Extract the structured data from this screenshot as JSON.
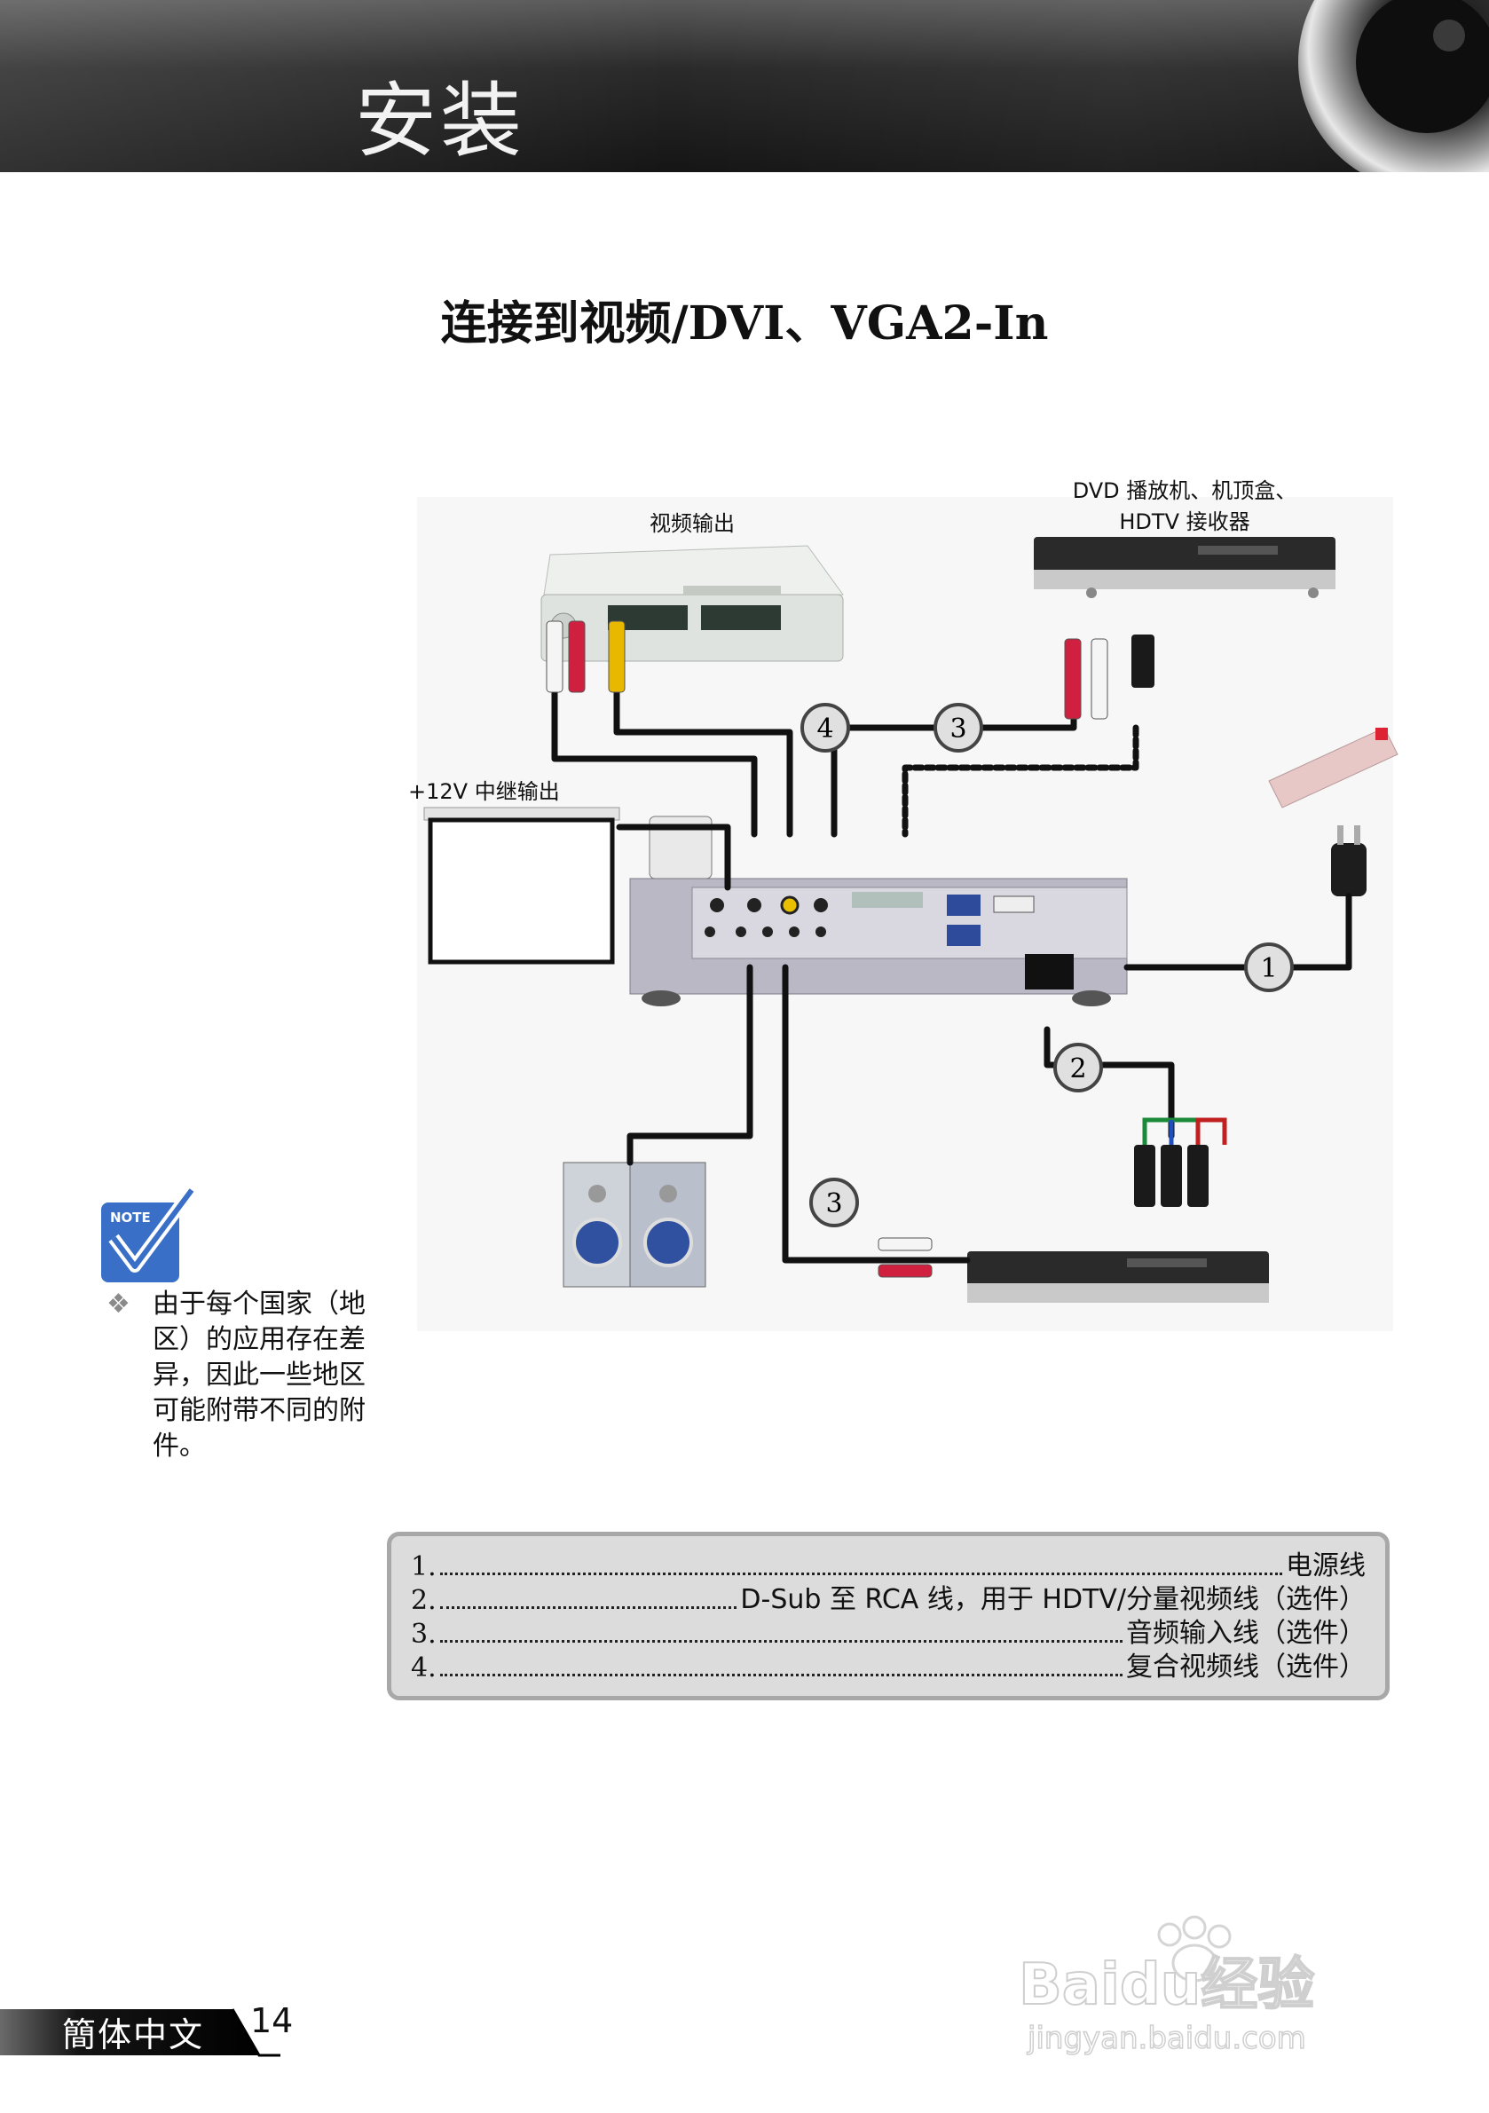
{
  "header": {
    "title": "安装"
  },
  "section_title": "连接到视频/DVI、VGA2-In",
  "diagram": {
    "video_out_label": "视频输出",
    "dvd_label_line1": "DVD 播放机、机顶盒、",
    "dvd_label_line2": "HDTV 接收器",
    "relay_label": "+12V 中继输出",
    "callouts": [
      "1",
      "2",
      "3",
      "3",
      "4"
    ]
  },
  "note": {
    "icon_text": "NOTE",
    "bullet": "❖",
    "text": "由于每个国家（地区）的应用存在差异，因此一些地区可能附带不同的附件。"
  },
  "legend": {
    "items": [
      {
        "num": "1.",
        "text": "电源线"
      },
      {
        "num": "2.",
        "text": "D-Sub 至 RCA 线，用于 HDTV/分量视频线（选件）"
      },
      {
        "num": "3.",
        "text": "音频输入线（选件）"
      },
      {
        "num": "4.",
        "text": "复合视频线（选件）"
      }
    ]
  },
  "footer": {
    "language": "簡体中文",
    "page_number": "14"
  },
  "watermark": {
    "brand": "Baidu经验",
    "url": "jingyan.baidu.com"
  }
}
